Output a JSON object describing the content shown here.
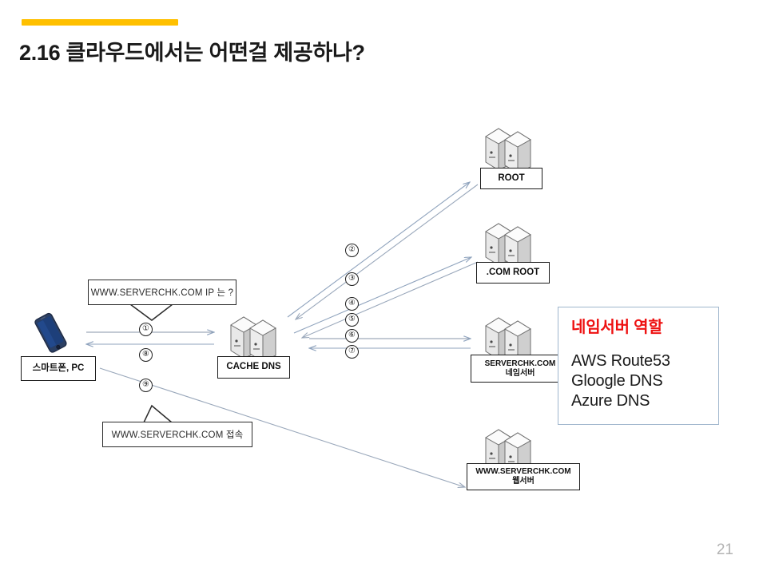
{
  "slide": {
    "title": "2.16 클라우드에서는 어떤걸 제공하나?",
    "accent_bar_color": "#ffc000",
    "page_number": "21"
  },
  "diagram": {
    "client": {
      "icon": "smartphone-icon",
      "label": "스마트폰, PC"
    },
    "nodes": [
      {
        "id": "cache-dns",
        "icon": "server-icon",
        "label_line1": "CACHE DNS",
        "label_line2": ""
      },
      {
        "id": "root",
        "icon": "server-icon",
        "label_line1": "ROOT",
        "label_line2": ""
      },
      {
        "id": "com-root",
        "icon": "server-icon",
        "label_line1": ".COM ROOT",
        "label_line2": ""
      },
      {
        "id": "nameserver",
        "icon": "server-icon",
        "label_line1": "SERVERCHK.COM",
        "label_line2": "네임서버"
      },
      {
        "id": "webserver",
        "icon": "server-icon",
        "label_line1": "WWW.SERVERCHK.COM",
        "label_line2": "웹서버"
      }
    ],
    "callouts": [
      {
        "id": "query-callout",
        "text": "WWW.SERVERCHK.COM  IP 는 ?"
      },
      {
        "id": "connect-callout",
        "text": "WWW.SERVERCHK.COM  접속"
      }
    ],
    "steps": [
      {
        "n": "①",
        "desc": "client-to-cache-dns-request"
      },
      {
        "n": "②",
        "desc": "cache-dns-to-root-request"
      },
      {
        "n": "③",
        "desc": "root-to-cache-dns-response"
      },
      {
        "n": "④",
        "desc": "cache-dns-to-com-root-request"
      },
      {
        "n": "⑤",
        "desc": "com-root-to-cache-dns-response"
      },
      {
        "n": "⑥",
        "desc": "cache-dns-to-nameserver-request"
      },
      {
        "n": "⑦",
        "desc": "nameserver-to-cache-dns-response"
      },
      {
        "n": "⑧",
        "desc": "cache-dns-to-client-response"
      },
      {
        "n": "⑨",
        "desc": "client-to-webserver-connection"
      }
    ],
    "arrow_color": "#8fa3bd"
  },
  "info_box": {
    "title": "네임서버 역할",
    "title_color": "#ee1111",
    "lines": [
      "AWS Route53",
      "Gloogle DNS",
      "Azure DNS"
    ]
  }
}
